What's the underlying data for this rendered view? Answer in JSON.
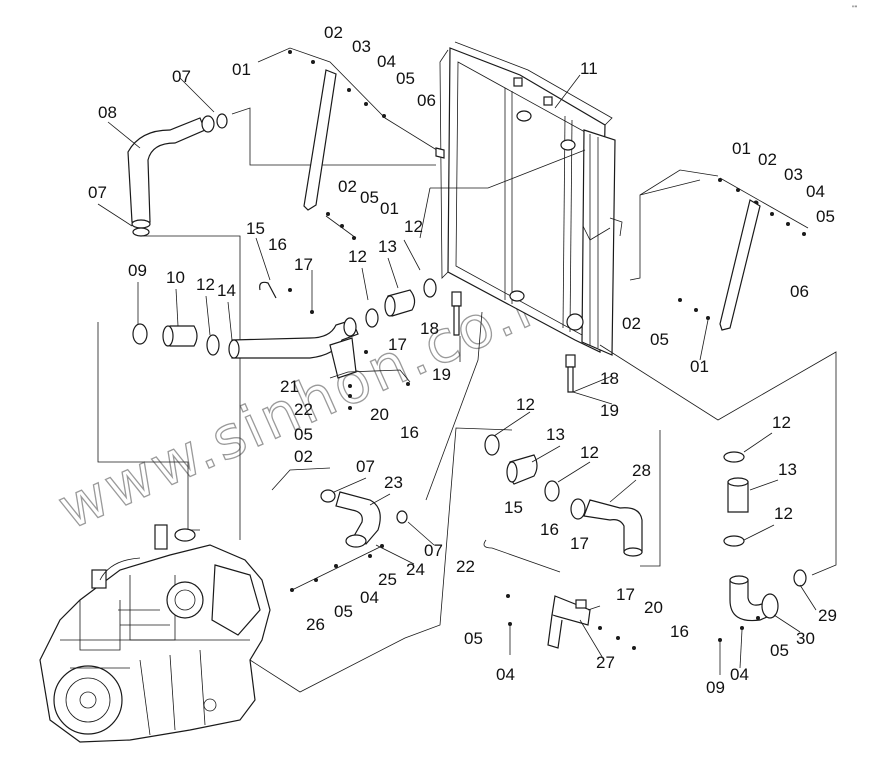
{
  "watermark": "www.sinhon.co.kz",
  "corner_mark": "\"\"",
  "callouts": [
    {
      "id": "c01a",
      "text": "01"
    },
    {
      "id": "c02a",
      "text": "02"
    },
    {
      "id": "c03a",
      "text": "03"
    },
    {
      "id": "c04a",
      "text": "04"
    },
    {
      "id": "c05a",
      "text": "05"
    },
    {
      "id": "c06a",
      "text": "06"
    },
    {
      "id": "c07a",
      "text": "07"
    },
    {
      "id": "c08",
      "text": "08"
    },
    {
      "id": "c07b",
      "text": "07"
    },
    {
      "id": "c11",
      "text": "11"
    },
    {
      "id": "c02b",
      "text": "02"
    },
    {
      "id": "c05b",
      "text": "05"
    },
    {
      "id": "c01b",
      "text": "01"
    },
    {
      "id": "c12a",
      "text": "12"
    },
    {
      "id": "c15a",
      "text": "15"
    },
    {
      "id": "c16a",
      "text": "16"
    },
    {
      "id": "c17a",
      "text": "17"
    },
    {
      "id": "c12b",
      "text": "12"
    },
    {
      "id": "c13a",
      "text": "13"
    },
    {
      "id": "c09a",
      "text": "09"
    },
    {
      "id": "c10",
      "text": "10"
    },
    {
      "id": "c12c",
      "text": "12"
    },
    {
      "id": "c14",
      "text": "14"
    },
    {
      "id": "c18a",
      "text": "18"
    },
    {
      "id": "c17b",
      "text": "17"
    },
    {
      "id": "c21",
      "text": "21"
    },
    {
      "id": "c19a",
      "text": "19"
    },
    {
      "id": "c22a",
      "text": "22"
    },
    {
      "id": "c20a",
      "text": "20"
    },
    {
      "id": "c05c",
      "text": "05"
    },
    {
      "id": "c16b",
      "text": "16"
    },
    {
      "id": "c02c",
      "text": "02"
    },
    {
      "id": "c01c",
      "text": "01"
    },
    {
      "id": "c02d",
      "text": "02"
    },
    {
      "id": "c03b",
      "text": "03"
    },
    {
      "id": "c04b",
      "text": "04"
    },
    {
      "id": "c05d",
      "text": "05"
    },
    {
      "id": "c06b",
      "text": "06"
    },
    {
      "id": "c02e",
      "text": "02"
    },
    {
      "id": "c05e",
      "text": "05"
    },
    {
      "id": "c01d",
      "text": "01"
    },
    {
      "id": "c18b",
      "text": "18"
    },
    {
      "id": "c19b",
      "text": "19"
    },
    {
      "id": "c12d",
      "text": "12"
    },
    {
      "id": "c13b",
      "text": "13"
    },
    {
      "id": "c12e",
      "text": "12"
    },
    {
      "id": "c12f",
      "text": "12"
    },
    {
      "id": "c13c",
      "text": "13"
    },
    {
      "id": "c12g",
      "text": "12"
    },
    {
      "id": "c07c",
      "text": "07"
    },
    {
      "id": "c23",
      "text": "23"
    },
    {
      "id": "c28",
      "text": "28"
    },
    {
      "id": "c15b",
      "text": "15"
    },
    {
      "id": "c16c",
      "text": "16"
    },
    {
      "id": "c17c",
      "text": "17"
    },
    {
      "id": "c07d",
      "text": "07"
    },
    {
      "id": "c24",
      "text": "24"
    },
    {
      "id": "c25",
      "text": "25"
    },
    {
      "id": "c22b",
      "text": "22"
    },
    {
      "id": "c04c",
      "text": "04"
    },
    {
      "id": "c05f",
      "text": "05"
    },
    {
      "id": "c26",
      "text": "26"
    },
    {
      "id": "c17d",
      "text": "17"
    },
    {
      "id": "c20b",
      "text": "20"
    },
    {
      "id": "c16d",
      "text": "16"
    },
    {
      "id": "c05g",
      "text": "05"
    },
    {
      "id": "c27",
      "text": "27"
    },
    {
      "id": "c04d",
      "text": "04"
    },
    {
      "id": "c29",
      "text": "29"
    },
    {
      "id": "c30",
      "text": "30"
    },
    {
      "id": "c05h",
      "text": "05"
    },
    {
      "id": "c09b",
      "text": "09"
    },
    {
      "id": "c04e",
      "text": "04"
    }
  ]
}
